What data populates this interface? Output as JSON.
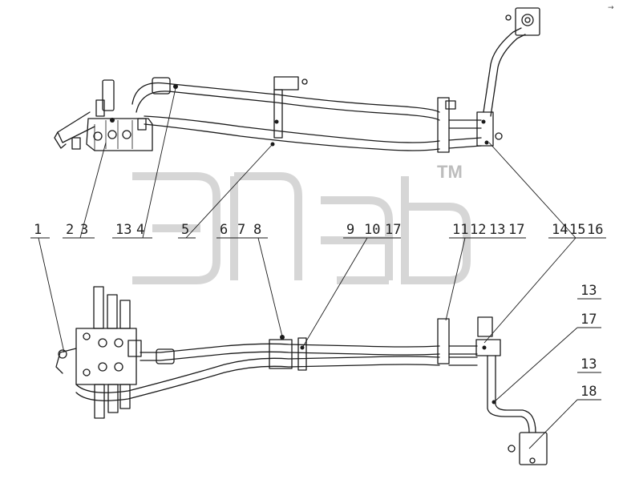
{
  "watermark": {
    "trademark": "TM"
  },
  "callouts": [
    {
      "id": "c1",
      "text": "1"
    },
    {
      "id": "c2",
      "text": "2"
    },
    {
      "id": "c3",
      "text": "3"
    },
    {
      "id": "c13a",
      "text": "13"
    },
    {
      "id": "c4",
      "text": "4"
    },
    {
      "id": "c5",
      "text": "5"
    },
    {
      "id": "c6",
      "text": "6"
    },
    {
      "id": "c7",
      "text": "7"
    },
    {
      "id": "c8",
      "text": "8"
    },
    {
      "id": "c9",
      "text": "9"
    },
    {
      "id": "c10",
      "text": "10"
    },
    {
      "id": "c17a",
      "text": "17"
    },
    {
      "id": "c11",
      "text": "11"
    },
    {
      "id": "c12",
      "text": "12"
    },
    {
      "id": "c13b",
      "text": "13"
    },
    {
      "id": "c17b",
      "text": "17"
    },
    {
      "id": "c14",
      "text": "14"
    },
    {
      "id": "c15",
      "text": "15"
    },
    {
      "id": "c16",
      "text": "16"
    },
    {
      "id": "c13c",
      "text": "13"
    },
    {
      "id": "c17c",
      "text": "17"
    },
    {
      "id": "c13d",
      "text": "13"
    },
    {
      "id": "c18",
      "text": "18"
    }
  ],
  "corner_mark": "→"
}
